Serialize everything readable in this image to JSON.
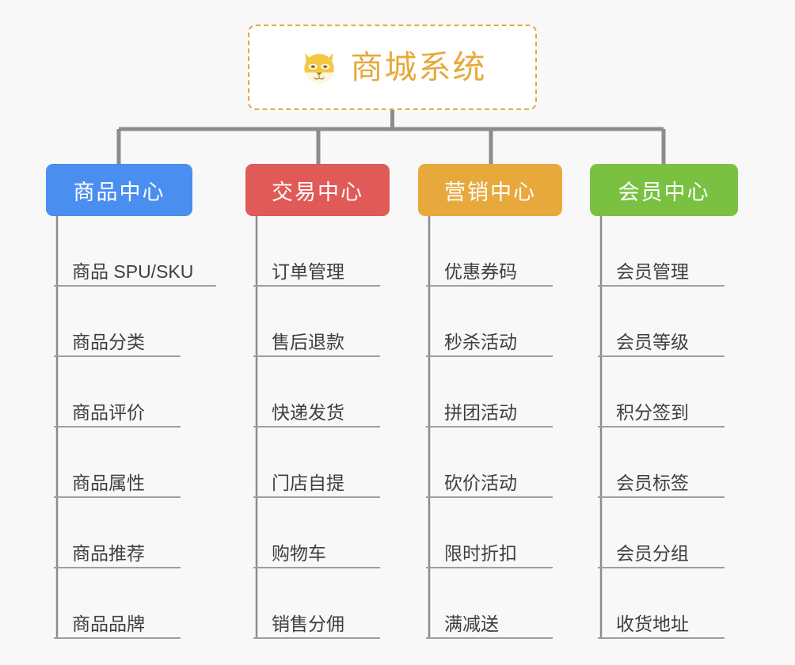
{
  "page": {
    "background_color": "#f8f8f8",
    "type": "mindmap"
  },
  "root": {
    "title": "商城系统",
    "icon": "shiba-dog-face-icon",
    "text_color": "#e8a93c",
    "border_color": "#eaa73e",
    "background_color": "#ffffff"
  },
  "branches": [
    {
      "label": "商品中心",
      "color": "#4a8ef0",
      "items": [
        "商品 SPU/SKU",
        "商品分类",
        "商品评价",
        "商品属性",
        "商品推荐",
        "商品品牌"
      ]
    },
    {
      "label": "交易中心",
      "color": "#e05a58",
      "items": [
        "订单管理",
        "售后退款",
        "快递发货",
        "门店自提",
        "购物车",
        "销售分佣"
      ]
    },
    {
      "label": "营销中心",
      "color": "#e8a93c",
      "items": [
        "优惠券码",
        "秒杀活动",
        "拼团活动",
        "砍价活动",
        "限时折扣",
        "满减送"
      ]
    },
    {
      "label": "会员中心",
      "color": "#7ac142",
      "items": [
        "会员管理",
        "会员等级",
        "积分签到",
        "会员标签",
        "会员分组",
        "收货地址"
      ]
    }
  ],
  "connector": {
    "color": "#8c8c8c"
  }
}
